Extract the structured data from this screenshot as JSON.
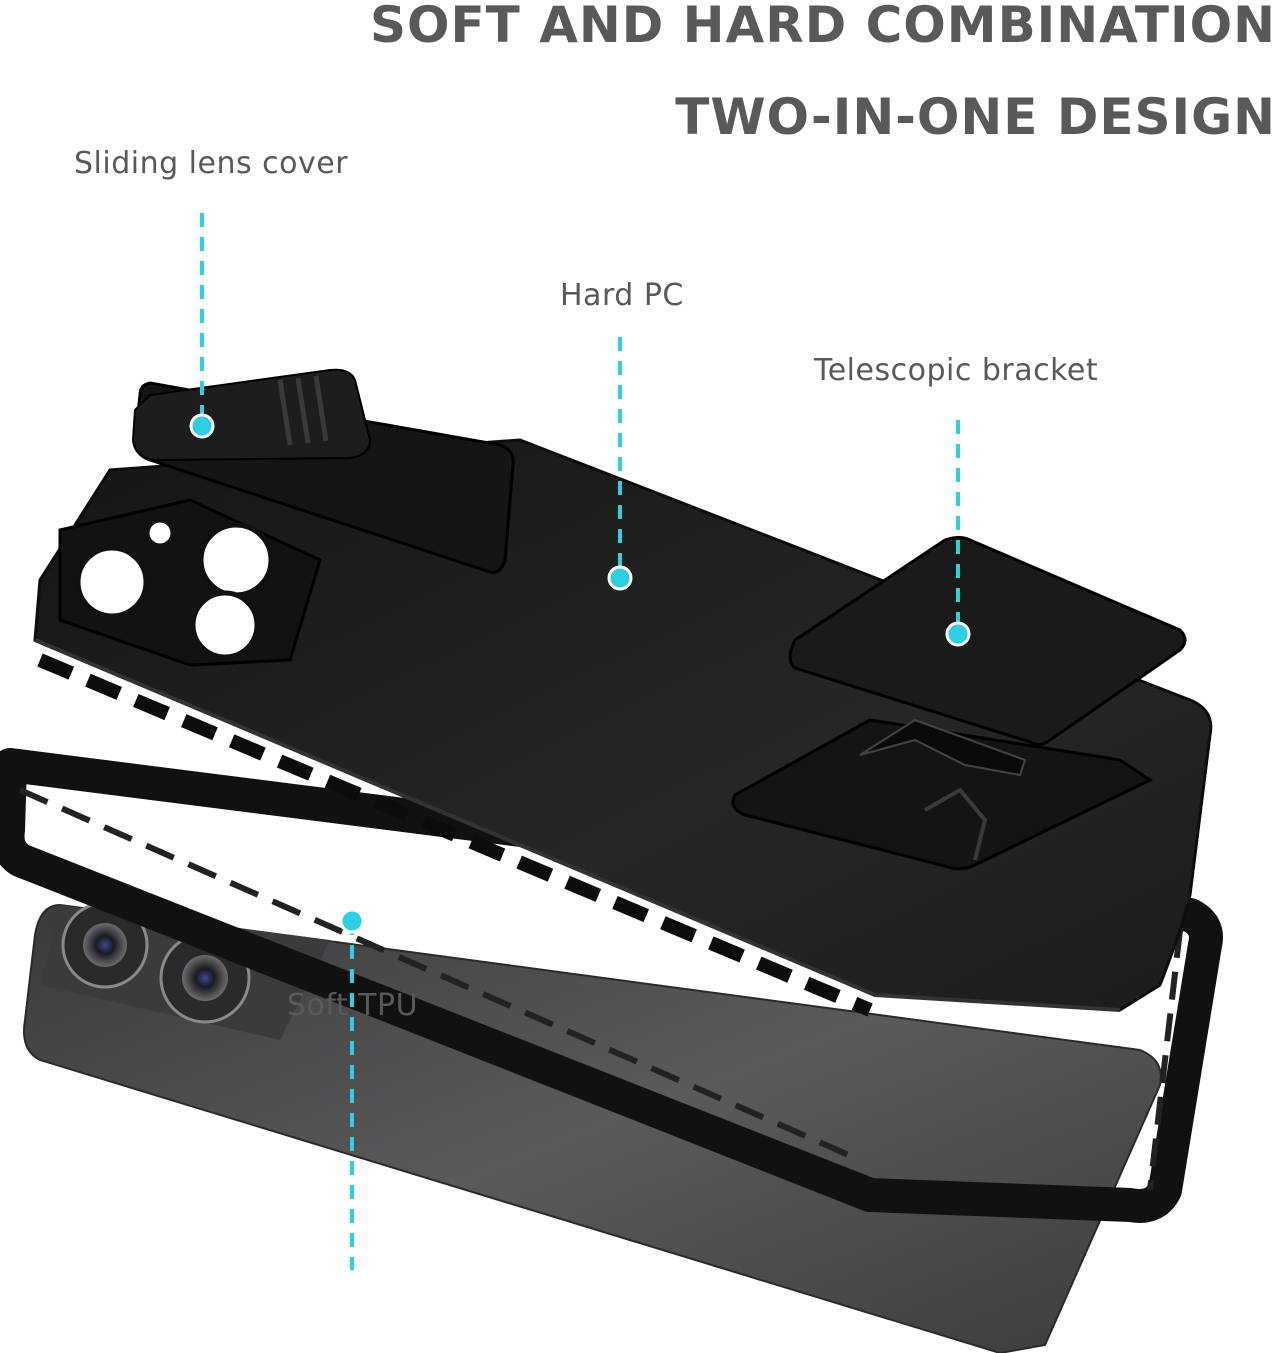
{
  "heading": {
    "line1": "SOFT AND HARD COMBINATION",
    "line2": "TWO-IN-ONE DESIGN"
  },
  "callouts": {
    "lens_cover": "Sliding lens cover",
    "hard_pc": "Hard PC",
    "bracket": "Telescopic bracket",
    "soft_tpu": "Soft TPU"
  },
  "colors": {
    "heading_text": "#58595b",
    "label_text": "#58595b",
    "callout_accent": "#2ecfe0",
    "case_black": "#1a1a1a",
    "phone_gray": "#4a4a4c"
  }
}
